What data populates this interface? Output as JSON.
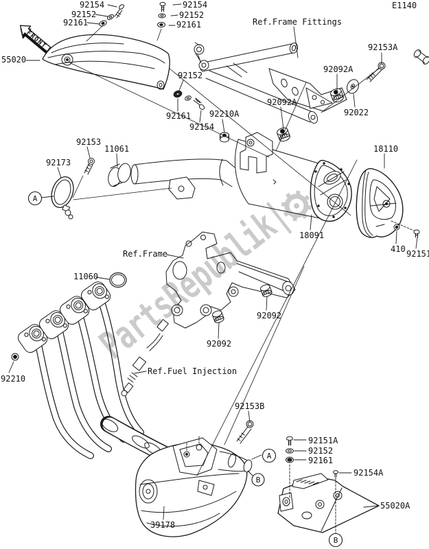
{
  "page": {
    "code": "E1140",
    "watermark": "PartsRepublik|"
  },
  "front_marker": {
    "label": "FRONT"
  },
  "markers": {
    "a": "A",
    "b": "B"
  },
  "callouts": {
    "c55020": "55020",
    "c92154_1": "92154",
    "c92152_1": "92152",
    "c92161_1": "92161",
    "c92154_2": "92154",
    "c92152_2": "92152",
    "c92161_2": "92161",
    "ref_frame_fittings": "Ref.Frame Fittings",
    "c92153A": "92153A",
    "c92092A_1": "92092A",
    "c92022": "92022",
    "c92092A_2": "92092A",
    "c92152_3": "92152",
    "c92210A": "92210A",
    "c92161_3": "92161",
    "c92154_3": "92154",
    "c92153": "92153",
    "c11061": "11061",
    "c92173": "92173",
    "c18110": "18110",
    "c18091": "18091",
    "c410": "410",
    "c92151": "92151",
    "ref_frame": "Ref.Frame",
    "c11060": "11060",
    "c92092_1": "92092",
    "c92092_2": "92092",
    "ref_fuel_injection": "Ref.Fuel Injection",
    "c92210": "92210",
    "c92153B": "92153B",
    "c92151A": "92151A",
    "c92152_4": "92152",
    "c92161_4": "92161",
    "c92154A": "92154A",
    "c55020A": "55020A",
    "c39178": "39178"
  }
}
